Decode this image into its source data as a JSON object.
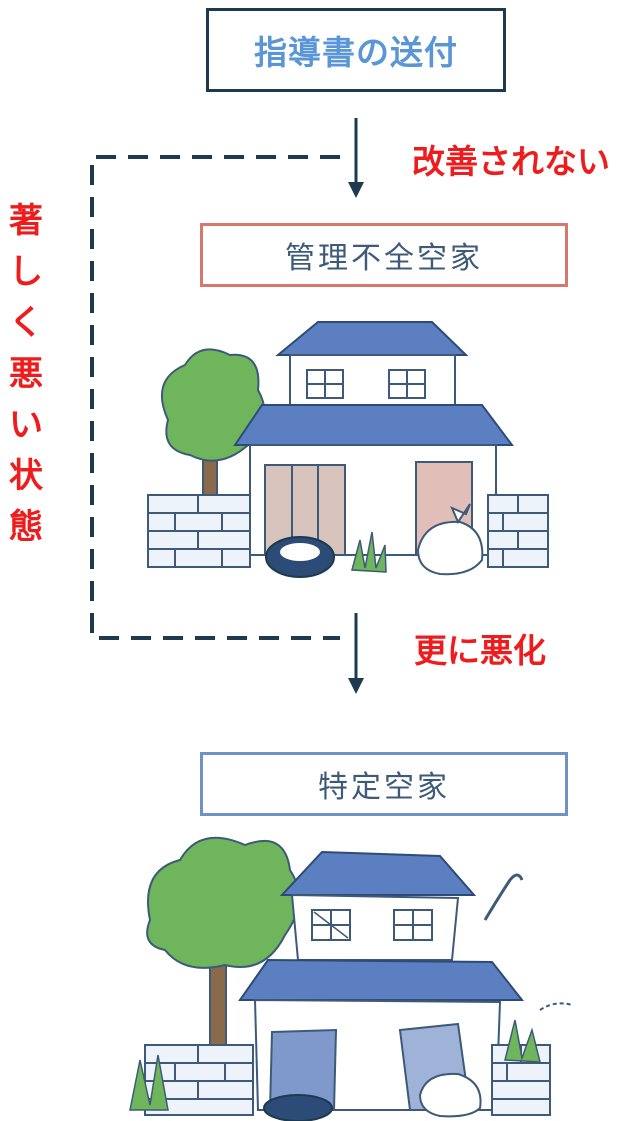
{
  "top_box": {
    "label": "指導書の送付"
  },
  "labels": {
    "not_improved": "改善されない",
    "worsened": "更に悪化",
    "vertical_chars": [
      "著",
      "し",
      "く",
      "悪",
      "い",
      "状",
      "態"
    ]
  },
  "status_boxes": {
    "managed": "管理不全空家",
    "specified": "特定空家"
  },
  "colors": {
    "arrow": "#1d3a4e",
    "red_text": "#ee1c1c",
    "blue_text": "#5a96d6",
    "house_roof": "#5b7fc0",
    "house_wall": "#ffffff",
    "brick": "#eef3fb",
    "tree": "#6fb55c"
  }
}
